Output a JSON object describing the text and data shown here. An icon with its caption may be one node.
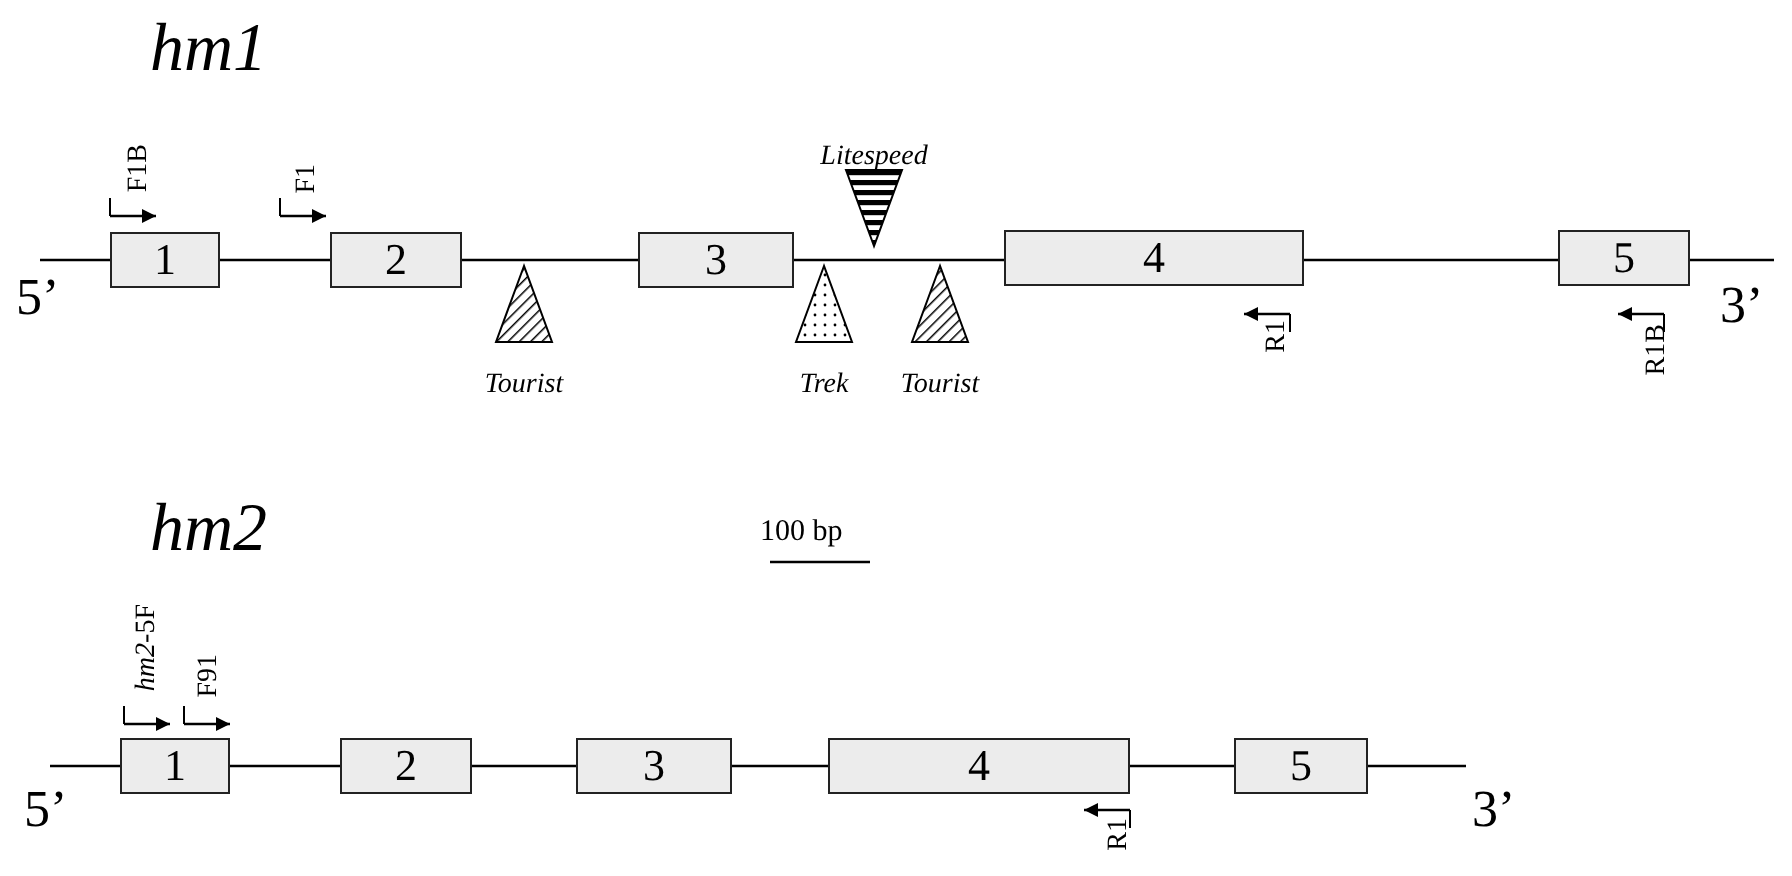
{
  "diagram": {
    "nodes": [
      {
        "text": [
          "1"
        ]
      },
      {
        "text": [
          "2"
        ]
      },
      {
        "text": [
          "3"
        ]
      },
      {
        "text": [
          "4"
        ]
      },
      {
        "text": [
          "5"
        ]
      },
      {
        "text": [
          "Tourist"
        ]
      },
      {
        "text": [
          "Trek"
        ]
      },
      {
        "text": [
          "Tourist"
        ]
      },
      {
        "text": [
          "Litespeed"
        ]
      },
      {
        "text": [
          "1"
        ]
      },
      {
        "text": [
          "2"
        ]
      },
      {
        "text": [
          "3"
        ]
      },
      {
        "text": [
          "4"
        ]
      },
      {
        "text": [
          "5"
        ]
      }
    ],
    "edges": [
      {
        "from": null,
        "to": 0,
        "arrow": "none"
      },
      {
        "from": 0,
        "to": 1,
        "arrow": "none"
      },
      {
        "from": 1,
        "to": 2,
        "arrow": "none"
      },
      {
        "from": 2,
        "to": 3,
        "arrow": "none"
      },
      {
        "from": 3,
        "to": 4,
        "arrow": "none"
      },
      {
        "from": 4,
        "to": null,
        "arrow": "none"
      },
      {
        "from": null,
        "to": 9,
        "arrow": "none"
      },
      {
        "from": 9,
        "to": 10,
        "arrow": "none"
      },
      {
        "from": 10,
        "to": 11,
        "arrow": "none"
      },
      {
        "from": 11,
        "to": 12,
        "arrow": "none"
      },
      {
        "from": 12,
        "to": 13,
        "arrow": "none"
      },
      {
        "from": 13,
        "to": null,
        "arrow": "none"
      }
    ],
    "labels": [
      "hm1",
      "F1B",
      "F1",
      "5’",
      "R1",
      "R1B",
      "3’",
      "hm2",
      "100 bp",
      "*hm2*-5F",
      "F91",
      "5’",
      "R1",
      "3’"
    ]
  }
}
